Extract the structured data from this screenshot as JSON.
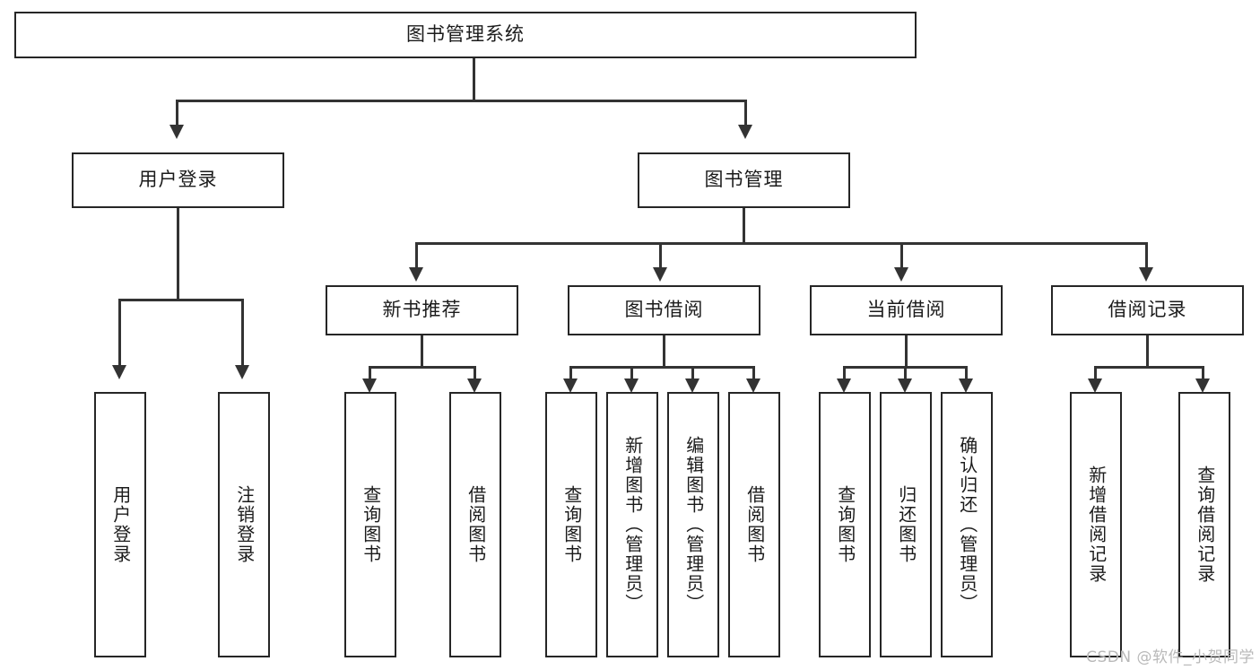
{
  "diagram": {
    "title": "图书管理系统",
    "type": "hierarchy-tree",
    "root": {
      "label": "图书管理系统"
    },
    "level2": [
      {
        "label": "用户登录"
      },
      {
        "label": "图书管理"
      }
    ],
    "level3": [
      {
        "label": "新书推荐",
        "parent": "图书管理"
      },
      {
        "label": "图书借阅",
        "parent": "图书管理"
      },
      {
        "label": "当前借阅",
        "parent": "图书管理"
      },
      {
        "label": "借阅记录",
        "parent": "图书管理"
      }
    ],
    "leaves": {
      "user_login": [
        {
          "label": "用户登录"
        },
        {
          "label": "注销登录"
        }
      ],
      "new_book_recommend": [
        {
          "label": "查询图书"
        },
        {
          "label": "借阅图书"
        }
      ],
      "book_borrow": [
        {
          "label": "查询图书"
        },
        {
          "label": "新增图书（管理员）"
        },
        {
          "label": "编辑图书（管理员）"
        },
        {
          "label": "借阅图书"
        }
      ],
      "current_borrow": [
        {
          "label": "查询图书"
        },
        {
          "label": "归还图书"
        },
        {
          "label": "确认归还（管理员）"
        }
      ],
      "borrow_records": [
        {
          "label": "新增借阅记录"
        },
        {
          "label": "查询借阅记录"
        }
      ]
    }
  },
  "watermark": {
    "text": "CSDN @软件_小贺同学"
  },
  "colors": {
    "border": "#262626",
    "line": "#333333",
    "background": "#ffffff",
    "text": "#1b1b1b",
    "watermark": "#b9b9b9"
  }
}
